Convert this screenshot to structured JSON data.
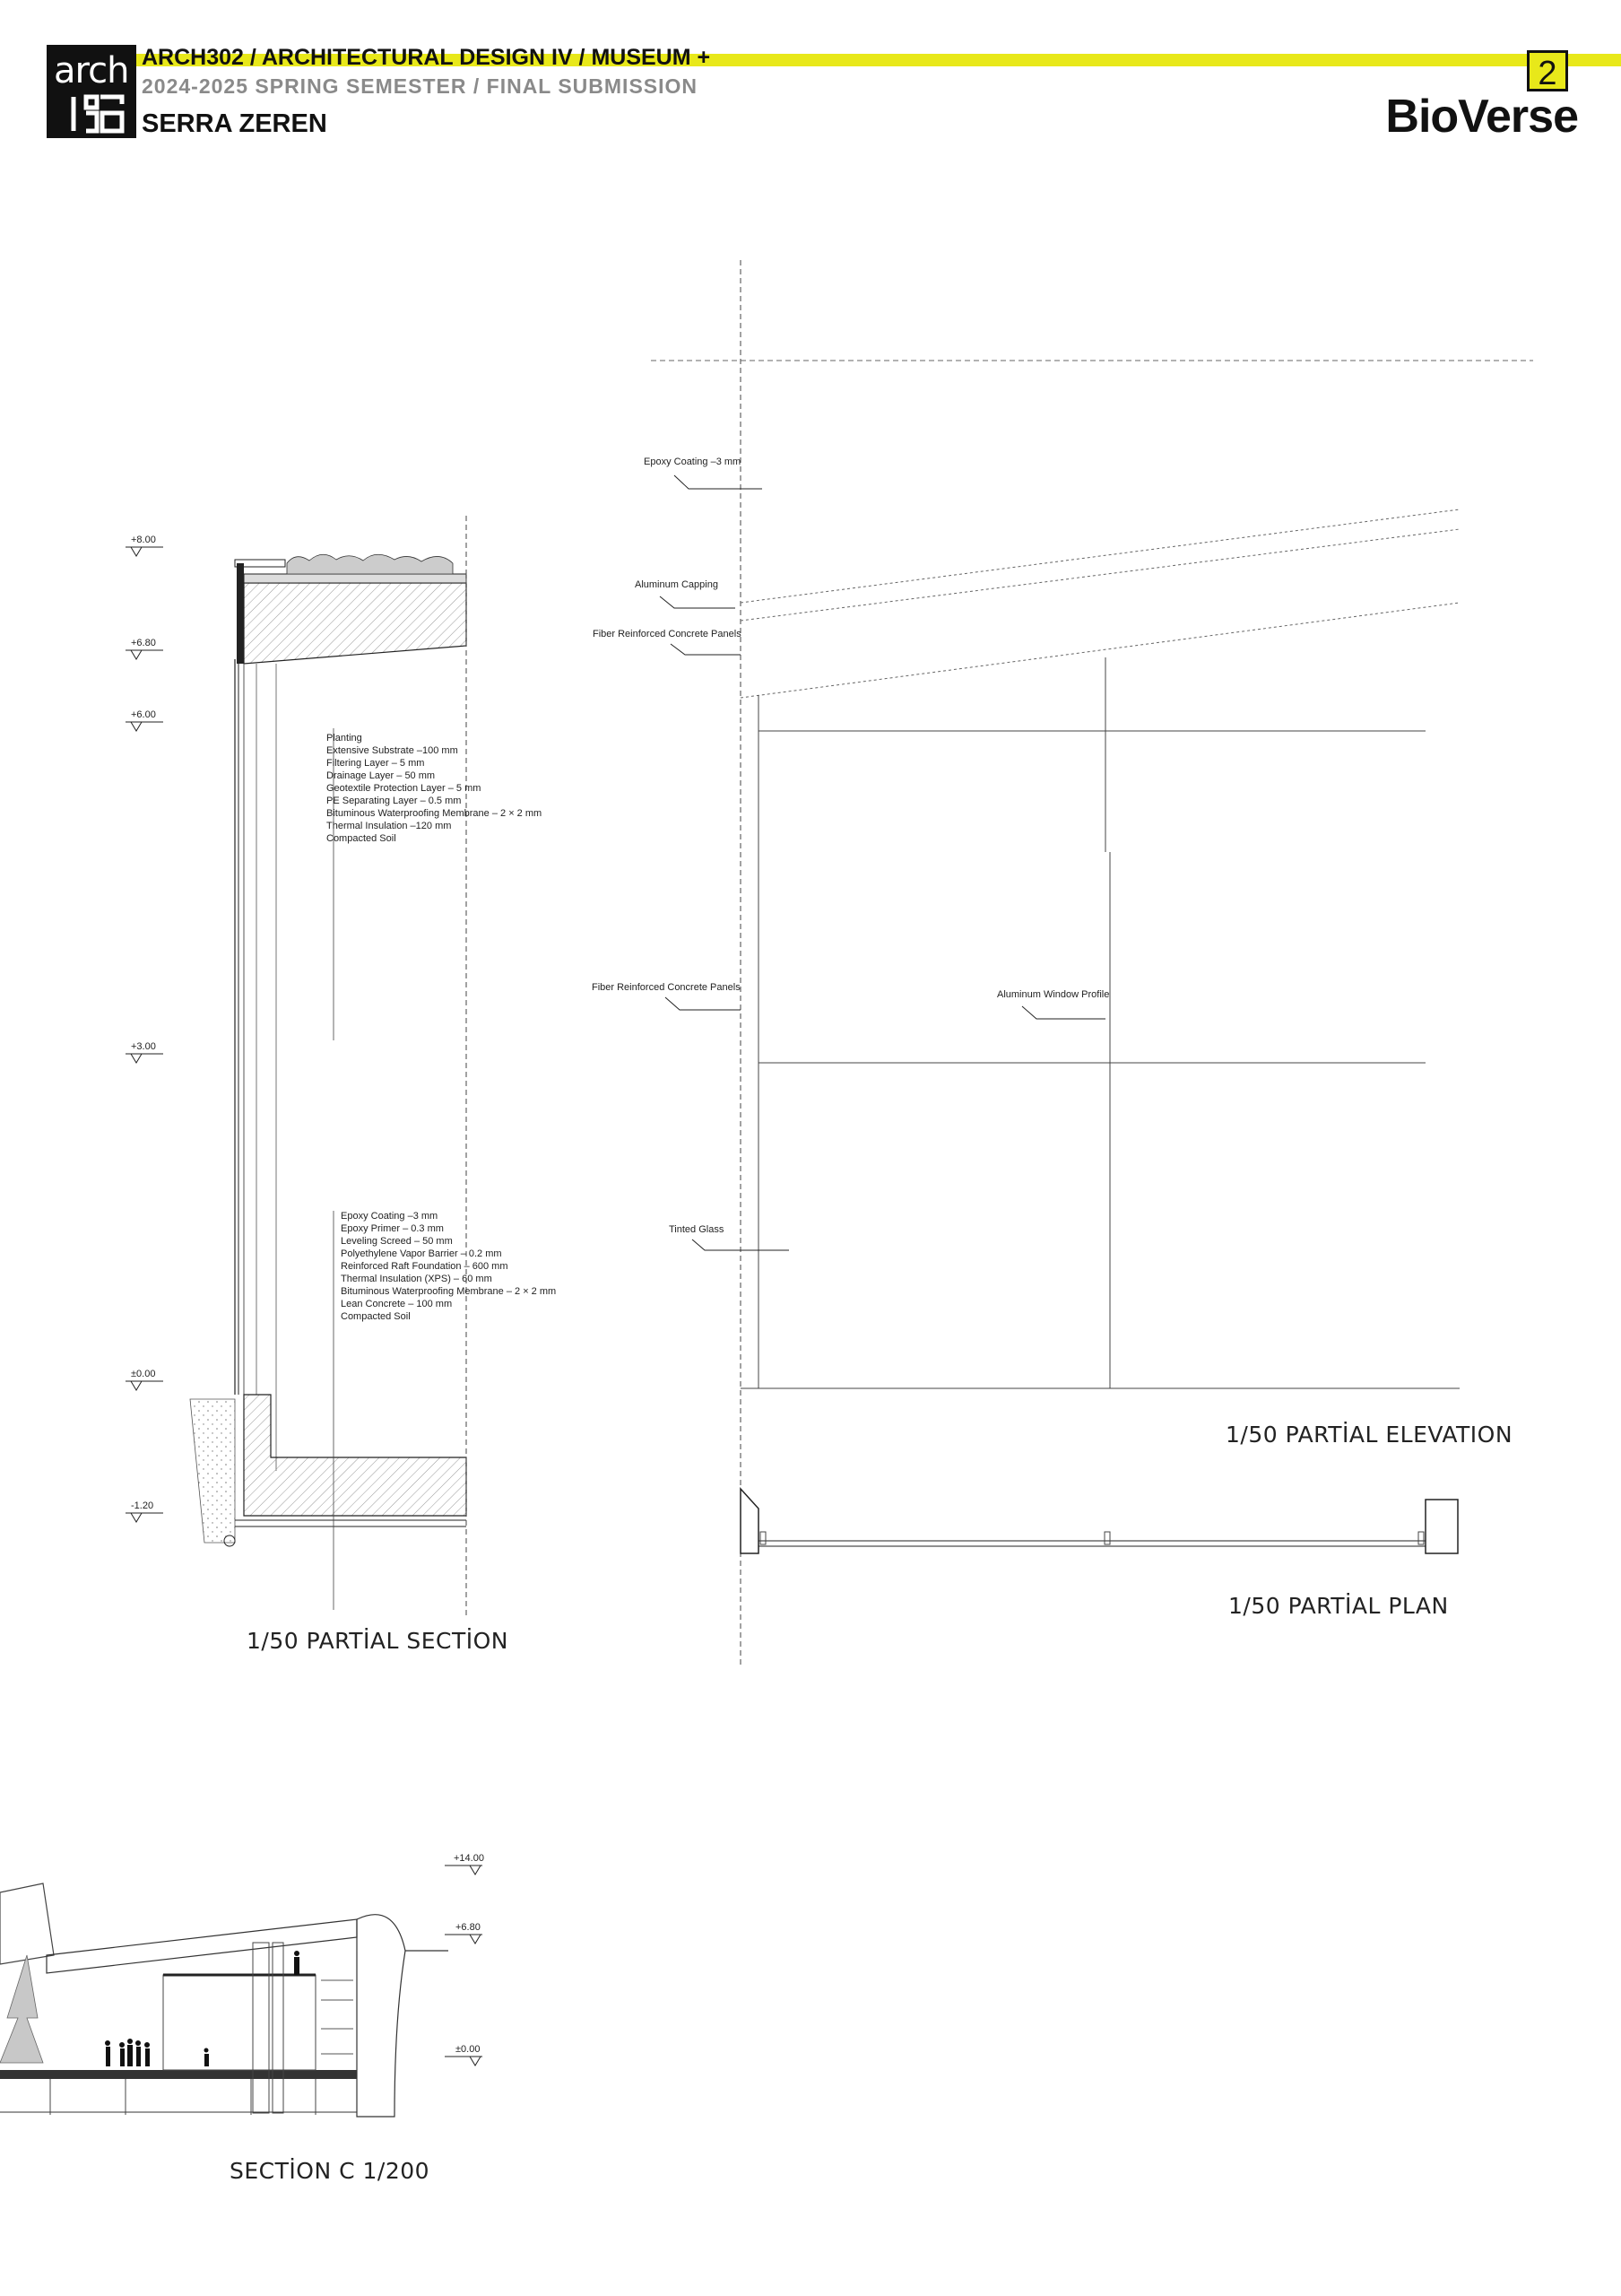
{
  "header": {
    "logo_text": "arch",
    "course": "ARCH302 / ARCHITECTURAL DESIGN IV / MUSEUM +",
    "semester": "2024-2025 SPRING SEMESTER / FINAL SUBMISSION",
    "student": "SERRA ZEREN",
    "page_number": "2",
    "project": "BioVerse",
    "accent_color": "#e8e81a"
  },
  "partial_section": {
    "levels": [
      "+8.00",
      "+6.80",
      "+6.00",
      "+3.00",
      "±0.00",
      "-1.20"
    ],
    "roof_layers": [
      "Planting",
      "Extensive Substrate –100 mm",
      "Filtering Layer – 5 mm",
      "Drainage Layer – 50 mm",
      "Geotextile Protection Layer – 5 mm",
      "PE Separating Layer – 0.5 mm",
      "Bituminous Waterproofing Membrane – 2 × 2 mm",
      "Thermal Insulation –120 mm",
      "Compacted Soil"
    ],
    "floor_layers": [
      "Epoxy Coating –3 mm",
      "Epoxy Primer – 0.3 mm",
      "Leveling Screed – 50 mm",
      "Polyethylene Vapor Barrier – 0.2 mm",
      "Reinforced Raft Foundation – 600 mm",
      "Thermal Insulation  (XPS) – 60 mm",
      "Bituminous Waterproofing Membrane – 2 × 2 mm",
      "Lean Concrete – 100 mm",
      "Compacted Soil"
    ],
    "caption": "1/50 PARTİAL SECTİON"
  },
  "partial_elevation": {
    "labels": {
      "epoxy": "Epoxy Coating –3 mm",
      "capping": "Aluminum Capping",
      "fcp_top": "Fiber Reinforced Concrete Panels",
      "fcp_mid": "Fiber Reinforced Concrete Panels",
      "window": "Aluminum Window Profile",
      "glass": "Tinted Glass"
    },
    "caption": "1/50 PARTİAL ELEVATION"
  },
  "partial_plan": {
    "caption": "1/50 PARTİAL PLAN"
  },
  "section_c": {
    "levels": [
      "+14.00",
      "+6.80",
      "±0.00"
    ],
    "caption": "SECTİON C 1/200"
  }
}
